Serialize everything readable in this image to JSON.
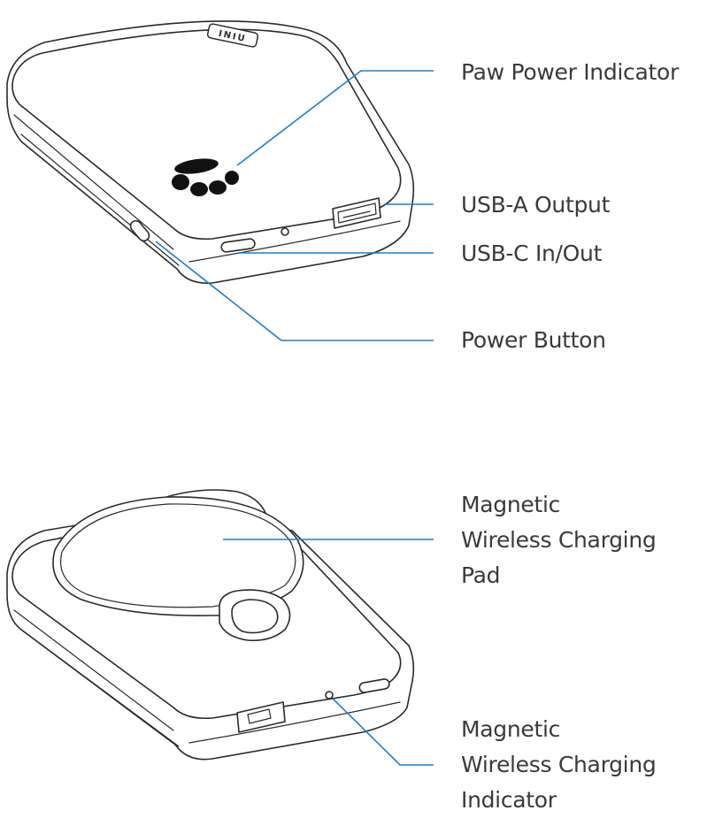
{
  "brand": "INIU",
  "accent_color": "#1e7fc8",
  "callouts_top": {
    "paw_indicator": "Paw Power Indicator",
    "usb_a": "USB-A Output",
    "usb_c": "USB-C In/Out",
    "power_button": "Power Button"
  },
  "callouts_bottom": {
    "wireless_pad": [
      "Magnetic",
      "Wireless Charging",
      "Pad"
    ],
    "wireless_indicator": [
      "Magnetic",
      "Wireless Charging",
      "Indicator"
    ]
  },
  "icons": [
    "paw-icon",
    "usb-a-port-icon",
    "usb-c-port-icon",
    "power-button-icon",
    "led-indicator-icon"
  ]
}
